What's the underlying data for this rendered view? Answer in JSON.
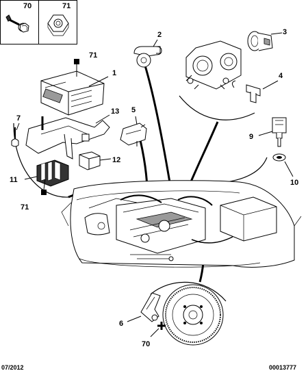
{
  "legend": {
    "box_left_number": "70",
    "box_right_number": "71"
  },
  "callouts": {
    "n1": "1",
    "n2": "2",
    "n3": "3",
    "n4": "4",
    "n5": "5",
    "n6": "6",
    "n7": "7",
    "n9": "9",
    "n10": "10",
    "n11": "11",
    "n12": "12",
    "n13": "13",
    "n70": "70",
    "n71_top": "71",
    "n71_bottom": "71"
  },
  "footer": {
    "date": "07/2012",
    "reference": "00013777"
  }
}
